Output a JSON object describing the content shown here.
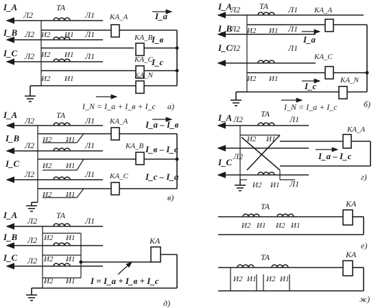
{
  "labels": {
    "IA": "I_A",
    "IB": "I_B",
    "IC": "I_C",
    "L1": "Л1",
    "L2": "Л2",
    "I1": "И1",
    "I2": "И2",
    "TA": "TA",
    "KA": "KA",
    "KAA": "KA_A",
    "KAB": "KA_B",
    "KAC": "KA_C",
    "KAN": "KA_N",
    "Ia": "I_a",
    "Iv": "I_в",
    "Ic": "I_c"
  },
  "text": {
    "a_IN": "I_N = I_a + I_в + I_c",
    "b_IN": "I_N = I_a + I_c",
    "v_r1": "I_a – I_в",
    "v_r2": "I_в – I_c",
    "v_r3": "I_c – I_a",
    "g_r": "I_a – I_c",
    "d_sum": "I = I_a + I_в + I_c"
  },
  "captions": {
    "a": "а)",
    "b": "б)",
    "v": "в)",
    "g": "г)",
    "d": "д)",
    "e": "е)",
    "zh": "ж)"
  }
}
